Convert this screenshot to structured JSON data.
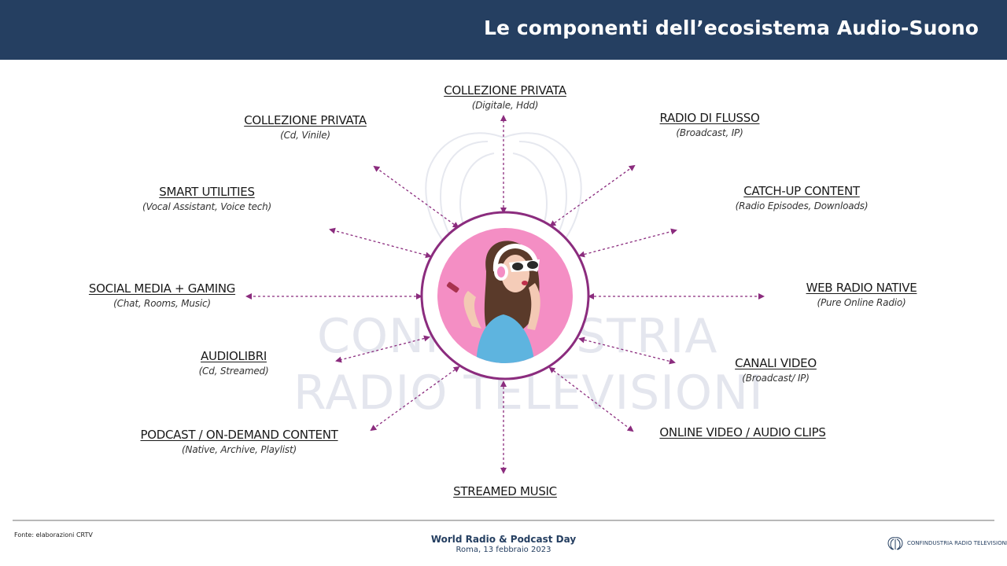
{
  "header": {
    "title": "Le componenti dell’ecosistema Audio-Suono"
  },
  "watermark": {
    "line1": "CONFINDUSTRIA",
    "line2": "RADIO TELEVISIONI"
  },
  "nodes": [
    {
      "title": "COLLEZIONE PRIVATA",
      "subtitle": "(Digitale, Hdd)"
    },
    {
      "title": "RADIO DI FLUSSO",
      "subtitle": "(Broadcast, IP)"
    },
    {
      "title": "CATCH-UP CONTENT",
      "subtitle": "(Radio Episodes, Downloads)"
    },
    {
      "title": "WEB RADIO NATIVE",
      "subtitle": "(Pure Online Radio)"
    },
    {
      "title": "CANALI VIDEO",
      "subtitle": "(Broadcast/ IP)"
    },
    {
      "title": "ONLINE VIDEO / AUDIO CLIPS",
      "subtitle": ""
    },
    {
      "title": "STREAMED MUSIC",
      "subtitle": ""
    },
    {
      "title": "PODCAST / ON-DEMAND CONTENT",
      "subtitle": "(Native, Archive, Playlist)"
    },
    {
      "title": "AUDIOLIBRI",
      "subtitle": "(Cd, Streamed)"
    },
    {
      "title": "SOCIAL MEDIA + GAMING",
      "subtitle": "(Chat, Rooms, Music)"
    },
    {
      "title": "SMART UTILITIES",
      "subtitle": "(Vocal Assistant, Voice tech)"
    },
    {
      "title": "COLLEZIONE PRIVATA",
      "subtitle": "(Cd, Vinile)"
    }
  ],
  "footer": {
    "source": "Fonte: elaborazioni CRTV",
    "event_title": "World Radio & Podcast Day",
    "event_subtitle": "Roma, 13 febbraio 2023",
    "brand": "CONFINDUSTRIA RADIO TELEVISIONI"
  },
  "colors": {
    "header_bg": "#253f61",
    "arrow": "#8b2c7e",
    "ring": "#8b2c7e",
    "photo_bg": "#f48ec4"
  }
}
